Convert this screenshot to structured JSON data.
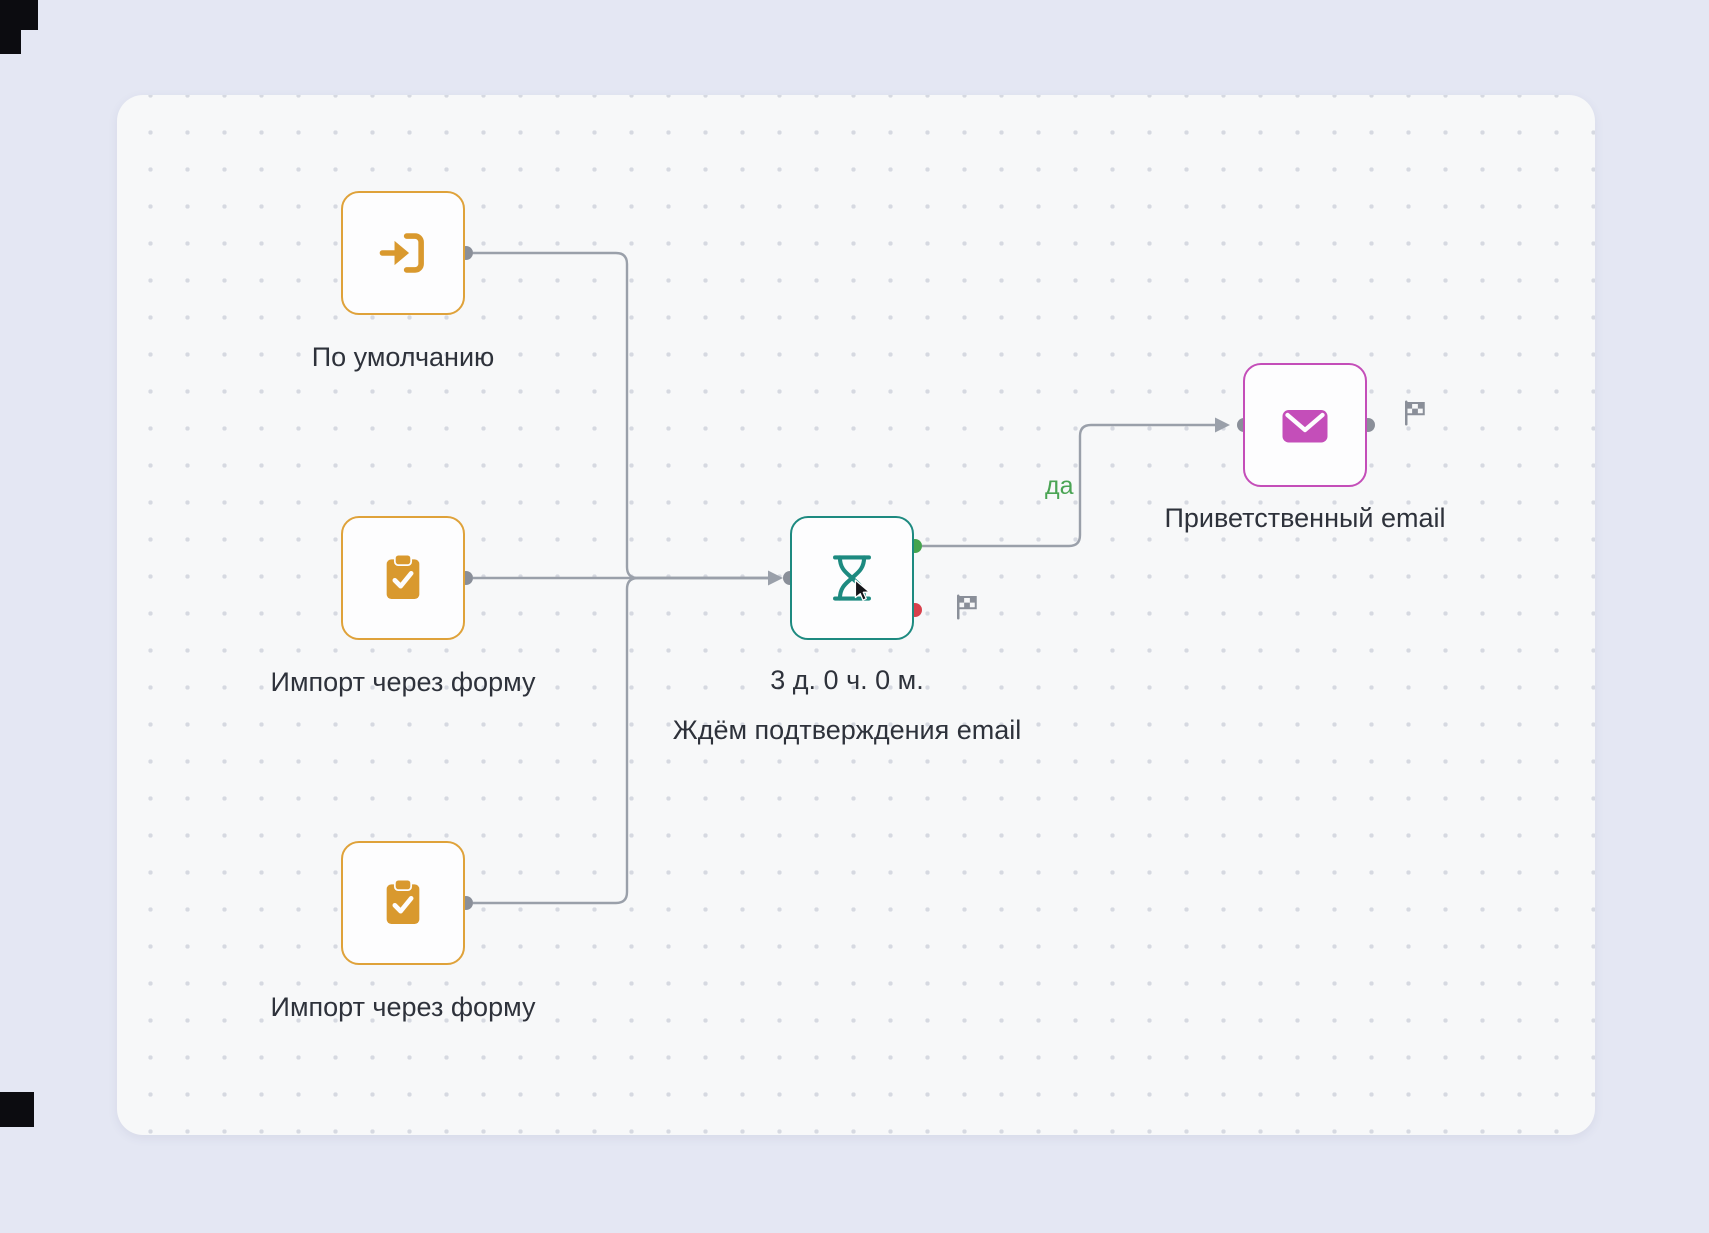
{
  "canvas": {
    "page_background": "#e4e7f3",
    "background": "#f7f8f9",
    "dot_color": "#d6d9e1"
  },
  "nodes": {
    "start_default": {
      "label": "По умолчанию",
      "icon": "login-icon",
      "accent": "#dfa23a"
    },
    "start_form_1": {
      "label": "Импорт через форму",
      "icon": "clipboard-check-icon",
      "accent": "#dfa23a"
    },
    "start_form_2": {
      "label": "Импорт через форму",
      "icon": "clipboard-check-icon",
      "accent": "#dfa23a"
    },
    "wait": {
      "duration": "3 д. 0 ч. 0 м.",
      "label": "Ждём подтверждения email",
      "icon": "hourglass-icon",
      "accent": "#1d8a80",
      "yes_port_color": "#44a34e",
      "no_port_color": "#d8404c"
    },
    "welcome_email": {
      "label": "Приветственный email",
      "icon": "envelope-icon",
      "accent": "#c44eb9"
    }
  },
  "edges": {
    "yes_label": "да",
    "yes_label_color": "#4aa454",
    "line_color": "#9aa0aa"
  },
  "markers": {
    "finish_flag": "checkered-flag-icon"
  }
}
